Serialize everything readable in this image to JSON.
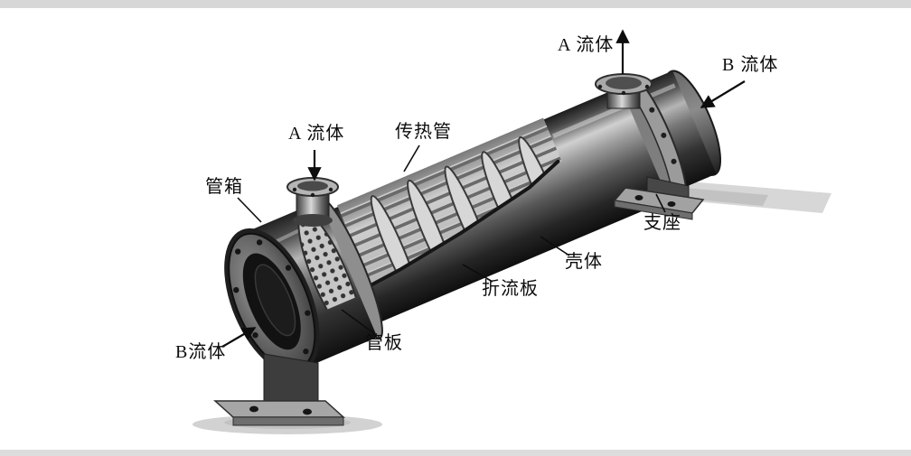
{
  "figure": {
    "type": "labeled-diagram",
    "description": "Cutaway illustration of a shell-and-tube heat exchanger with Chinese part labels and fluid-flow arrows",
    "labels": {
      "a_fluid_left": "A 流体",
      "heat_transfer_tube": "传热管",
      "a_fluid_right": "A 流体",
      "b_fluid_right": "B 流体",
      "tube_box": "管箱",
      "support": "支座",
      "shell": "壳体",
      "baffle": "折流板",
      "tube_sheet": "管板",
      "b_fluid_left": "B流体"
    },
    "colors": {
      "ink": "#0d0d0d",
      "paper": "#ffffff",
      "scan_edge": "#d7d7d7"
    }
  }
}
